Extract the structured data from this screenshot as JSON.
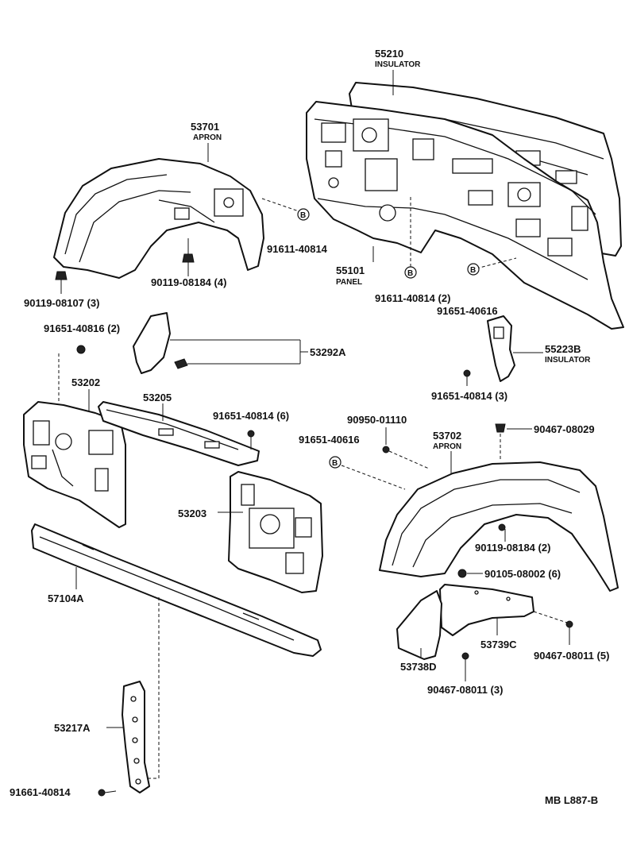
{
  "parts": {
    "insulator_dash": {
      "number": "55210",
      "name": "INSULATOR"
    },
    "apron_front": {
      "number": "53701",
      "name": "APRON"
    },
    "panel": {
      "number": "55101",
      "name": "PANEL"
    },
    "apron_rear": {
      "number": "53702",
      "name": "APRON"
    },
    "insulator_small": {
      "number": "55223B",
      "name": "INSULATOR"
    },
    "p53292a": {
      "number": "53292A"
    },
    "p53202": {
      "number": "53202"
    },
    "p53205": {
      "number": "53205"
    },
    "p53203": {
      "number": "53203"
    },
    "p57104a": {
      "number": "57104A"
    },
    "p53217a": {
      "number": "53217A"
    },
    "p53739c": {
      "number": "53739C"
    },
    "p53738d": {
      "number": "53738D"
    }
  },
  "fasteners": {
    "f1": "91611-40814",
    "f2": "90119-08184 (4)",
    "f3": "90119-08107 (3)",
    "f4": "91611-40814 (2)",
    "f5": "91651-40616",
    "f6": "91651-40816 (2)",
    "f7": "91651-40814 (3)",
    "f8": "91651-40814 (6)",
    "f9": "90950-01110",
    "f10": "91651-40616",
    "f11": "90467-08029",
    "f12": "90119-08184 (2)",
    "f13": "90105-08002 (6)",
    "f14": "90467-08011 (5)",
    "f15": "90467-08011 (3)",
    "f16": "91661-40814"
  },
  "circle_marker": "B",
  "footer": {
    "code": "MB  L887-B"
  }
}
